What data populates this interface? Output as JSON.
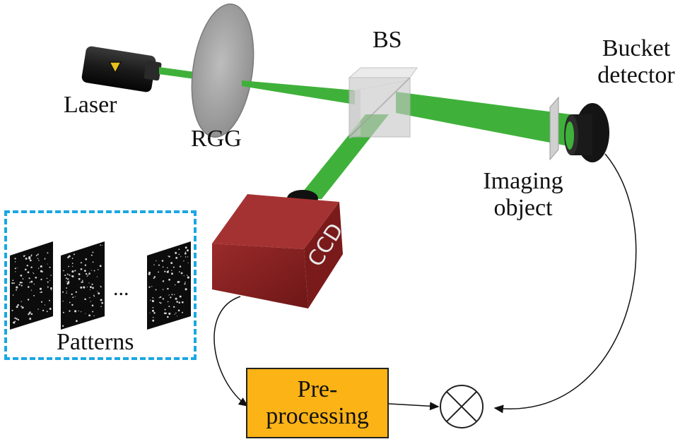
{
  "labels": {
    "laser": "Laser",
    "rgg": "RGG",
    "bs": "BS",
    "bucket_line1": "Bucket",
    "bucket_line2": "detector",
    "imaging_line1": "Imaging",
    "imaging_line2": "object",
    "ccd": "CCD",
    "patterns": "Patterns",
    "ellipsis": "...",
    "preproc_line1": "Pre-",
    "preproc_line2": "processing"
  },
  "colors": {
    "beam": "#3fb13a",
    "ccd_body": "#8a2323",
    "pattern_box_border": "#1aa7e2",
    "preproc_fill": "#fbb316",
    "laser_body": "#1c1c1c",
    "laser_badge": "#e8c21a"
  },
  "icons": {
    "multiplier": "circle-cross-icon",
    "warning": "laser-warning-triangle-icon"
  }
}
